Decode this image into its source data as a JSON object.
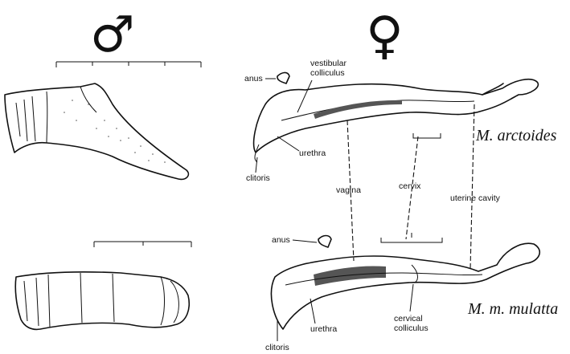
{
  "symbols": {
    "male": "♂",
    "female": "♀"
  },
  "species": {
    "top": "M. arctoides",
    "bottom": "M. m. mulatta"
  },
  "labels": {
    "top": {
      "anus": "anus",
      "vestibular_colliculus_line1": "vestibular",
      "vestibular_colliculus_line2": "colliculus",
      "urethra": "urethra",
      "clitoris": "clitoris"
    },
    "shared": {
      "vagina": "vagina",
      "cervix": "cervix",
      "uterine_cavity": "uterine cavity"
    },
    "bottom": {
      "anus": "anus",
      "urethra": "urethra",
      "cervical_colliculus_line1": "cervical",
      "cervical_colliculus_line2": "colliculus",
      "clitoris": "clitoris"
    }
  }
}
